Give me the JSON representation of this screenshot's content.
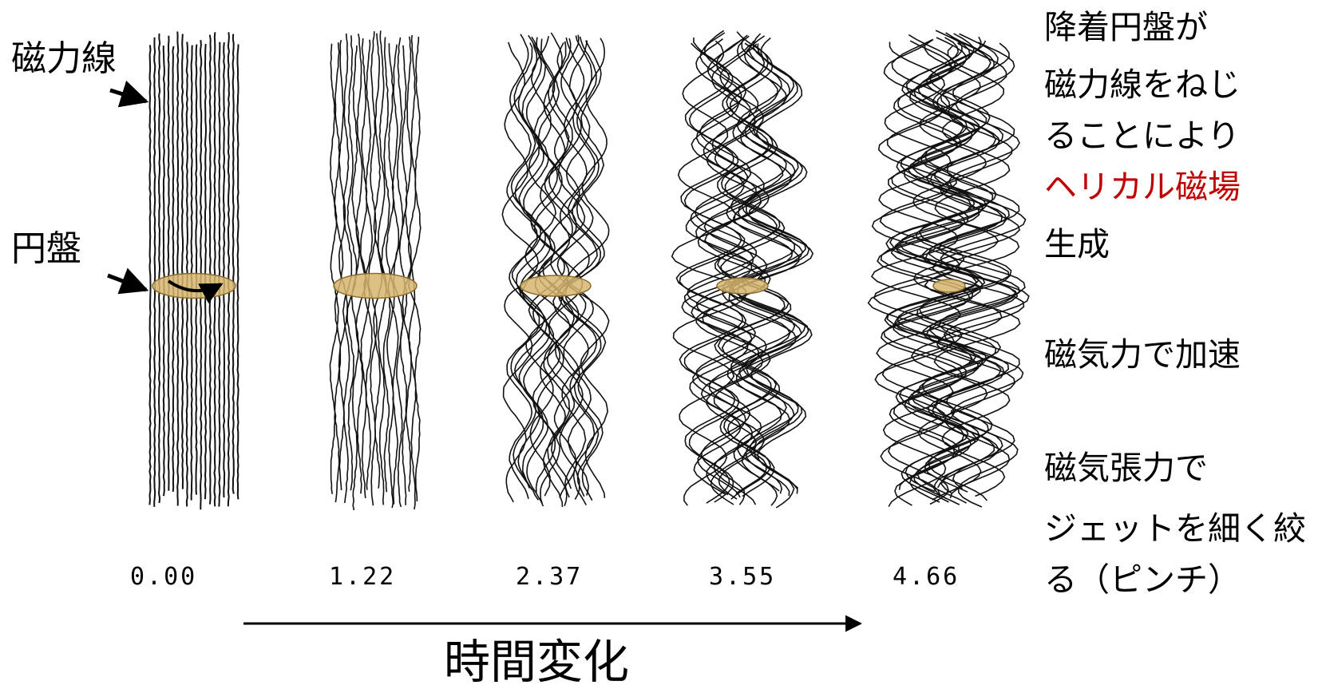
{
  "labels": {
    "field_lines": "磁力線",
    "disk": "円盤"
  },
  "description": [
    {
      "text": "降着円盤が",
      "color": "#000000"
    },
    {
      "text": "磁力線をねじ",
      "color": "#000000"
    },
    {
      "text": "ることにより",
      "color": "#000000"
    },
    {
      "text": "ヘリカル磁場",
      "color": "#c00000"
    },
    {
      "text": "生成",
      "color": "#000000"
    },
    {
      "text": "磁気力で加速",
      "color": "#000000"
    },
    {
      "text": "磁気張力で",
      "color": "#000000"
    },
    {
      "text": "ジェットを細く絞",
      "color": "#000000"
    },
    {
      "text": "る（ピンチ）",
      "color": "#000000"
    }
  ],
  "snapshots": [
    {
      "time": "0.00",
      "twist": 0.0
    },
    {
      "time": "1.22",
      "twist": 0.2
    },
    {
      "time": "2.37",
      "twist": 0.55
    },
    {
      "time": "3.55",
      "twist": 0.85
    },
    {
      "time": "4.66",
      "twist": 1.0
    }
  ],
  "axis_label": "時間変化",
  "colors": {
    "disk_fill": "#d7b56d",
    "disk_stroke": "#8a6a2a",
    "line": "#111111",
    "highlight": "#c00000"
  }
}
